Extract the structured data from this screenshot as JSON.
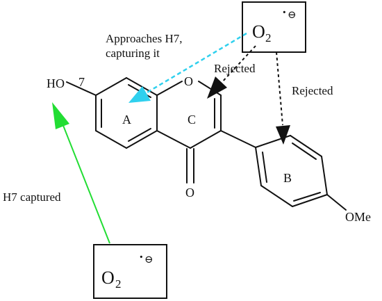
{
  "annotations": {
    "approach_line1": "Approaches H7,",
    "approach_line2": "capturing it",
    "rejected_c": "Rejected",
    "rejected_b": "Rejected",
    "h7_captured": "H7 captured"
  },
  "molecule": {
    "ho_label": "HO",
    "position_label": "7",
    "ring_oxygen": "O",
    "carbonyl_oxygen": "O",
    "methoxy_label": "OMe",
    "ring_a": "A",
    "ring_b": "B",
    "ring_c": "C"
  },
  "radicals": {
    "top": {
      "symbol": "O",
      "subscript": "2",
      "dot": "·",
      "charge": "⊖"
    },
    "bottom": {
      "symbol": "O",
      "subscript": "2",
      "dot": "·",
      "charge": "⊖"
    }
  },
  "colors": {
    "ink": "#111111",
    "approach_arrow": "#2fd0ee",
    "captured_arrow": "#22dd33"
  }
}
